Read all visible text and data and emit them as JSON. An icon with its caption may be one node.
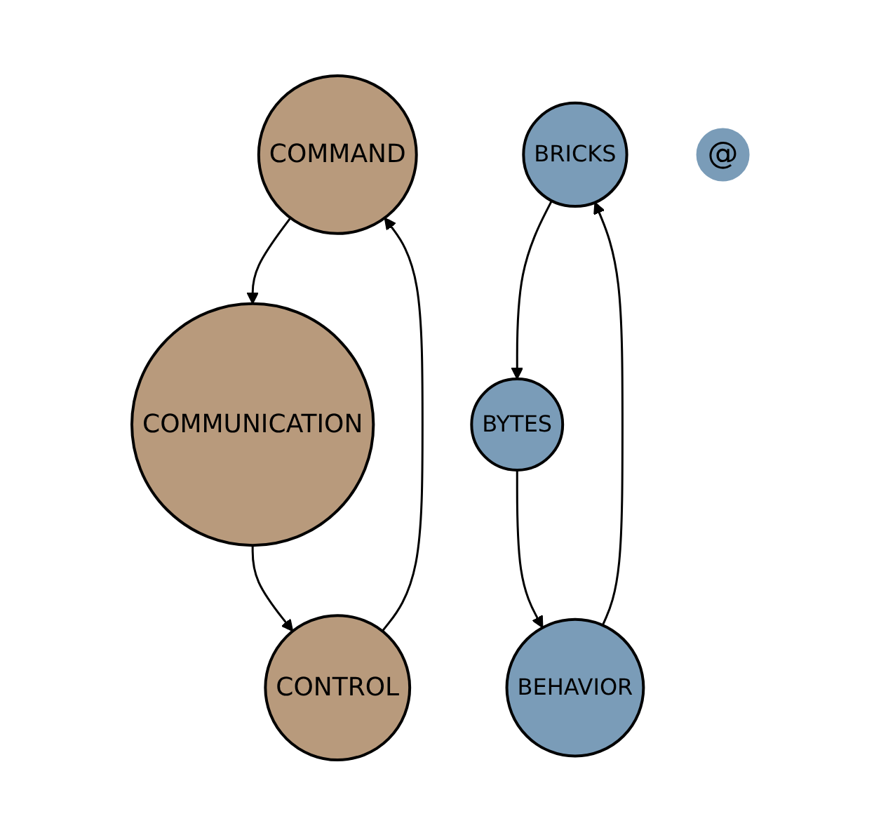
{
  "diagram": {
    "nodes": [
      {
        "text": [
          "COMMAND"
        ]
      },
      {
        "text": [
          "BRICKS"
        ]
      },
      {
        "text": [
          "BYTES"
        ]
      },
      {
        "text": [
          "@"
        ]
      },
      {
        "text": [
          "CONTROL"
        ]
      },
      {
        "text": [
          "BEHAVIOR"
        ]
      },
      {
        "text": [
          "COMMUNICATION"
        ]
      }
    ],
    "edges": [
      {
        "from": 4,
        "to": 0,
        "arrow": "to"
      },
      {
        "from": 0,
        "to": 6,
        "arrow": "to"
      },
      {
        "from": 6,
        "to": 4,
        "arrow": "to"
      },
      {
        "from": 1,
        "to": 2,
        "arrow": "to"
      },
      {
        "from": 2,
        "to": 5,
        "arrow": "to"
      },
      {
        "from": 5,
        "to": 1,
        "arrow": "to"
      }
    ]
  }
}
